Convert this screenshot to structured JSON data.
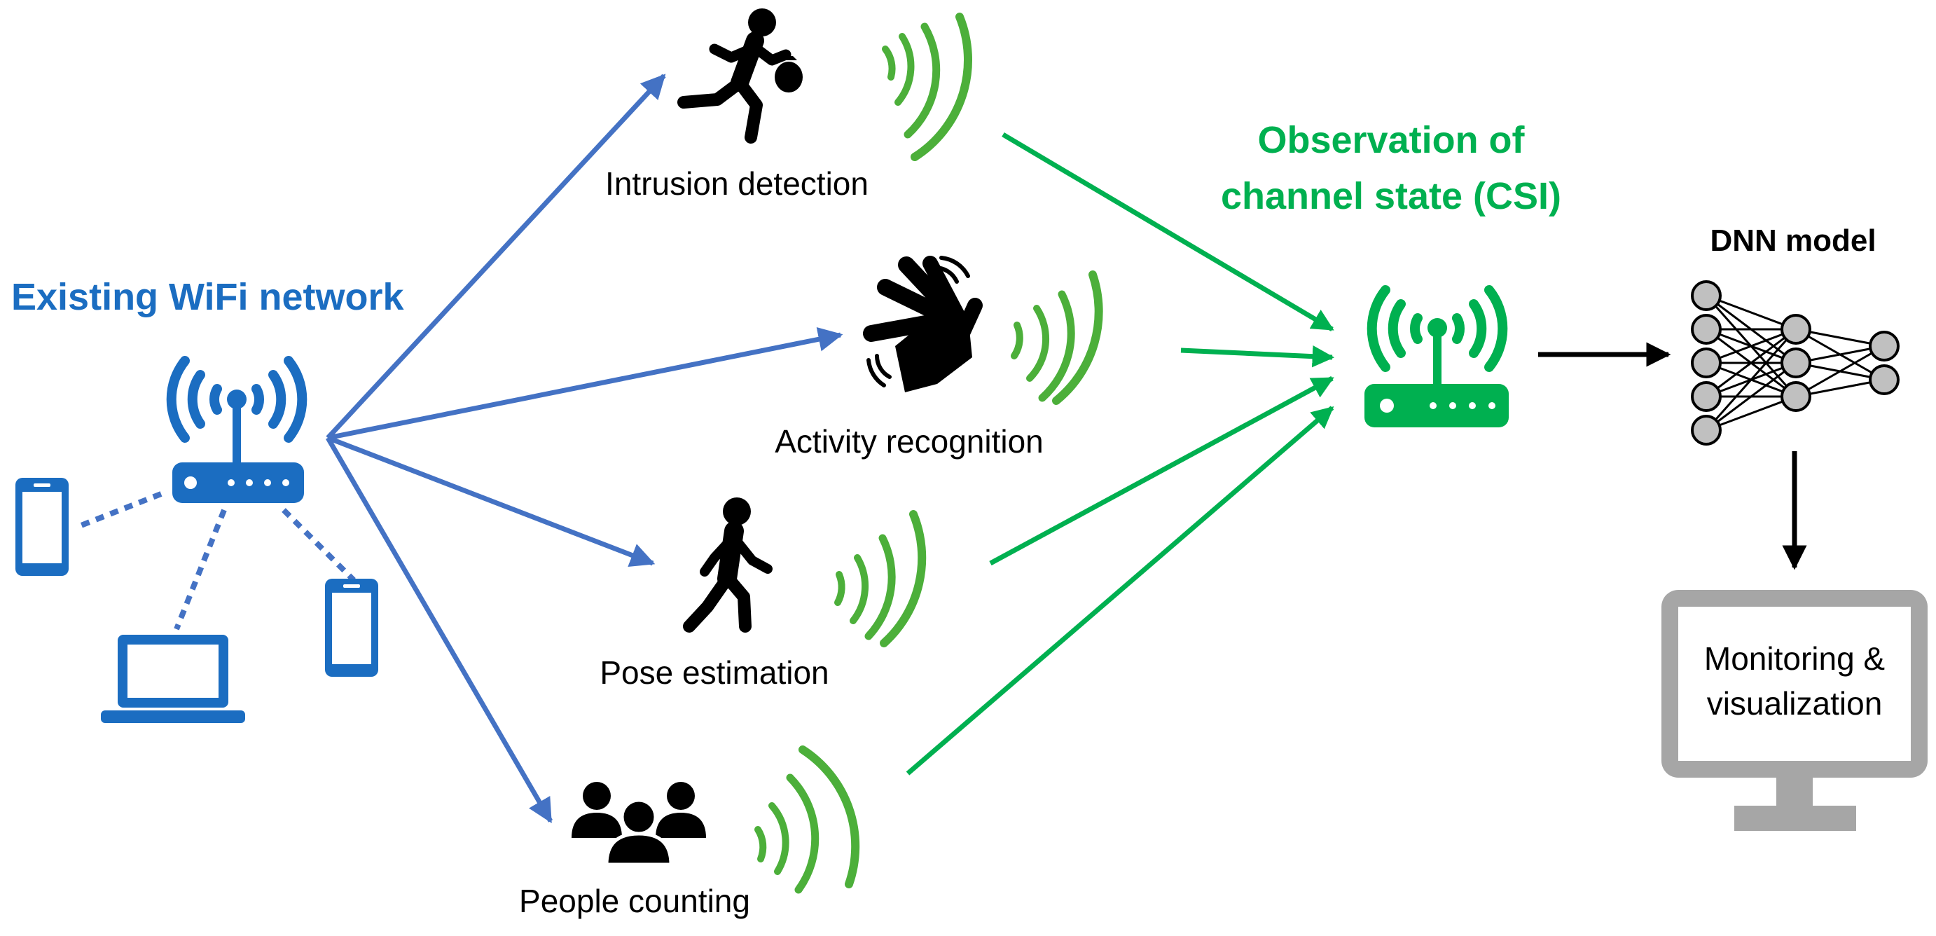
{
  "colors": {
    "blue": "#1B6DC1",
    "arrow_blue": "#4472C4",
    "green": "#00B050",
    "wave_green": "#4CAF3A",
    "black": "#000000",
    "gray": "#A6A6A6",
    "node_gray": "#C0C0C0"
  },
  "source": {
    "title": "Existing WiFi network",
    "icons": [
      "router-icon",
      "smartphone-icon",
      "laptop-icon"
    ]
  },
  "applications": [
    {
      "label": "Intrusion detection",
      "icon": "running-thief-icon"
    },
    {
      "label": "Activity recognition",
      "icon": "waving-hand-icon"
    },
    {
      "label": "Pose estimation",
      "icon": "walking-person-icon"
    },
    {
      "label": "People counting",
      "icon": "people-group-icon"
    }
  ],
  "receiver": {
    "title_line1": "Observation of",
    "title_line2": "channel state (CSI)",
    "icon": "router-icon"
  },
  "model": {
    "title": "DNN model",
    "layers": [
      5,
      3,
      2
    ],
    "icon": "neural-network-icon"
  },
  "output": {
    "line1": "Monitoring &",
    "line2": "visualization",
    "icon": "monitor-icon"
  }
}
